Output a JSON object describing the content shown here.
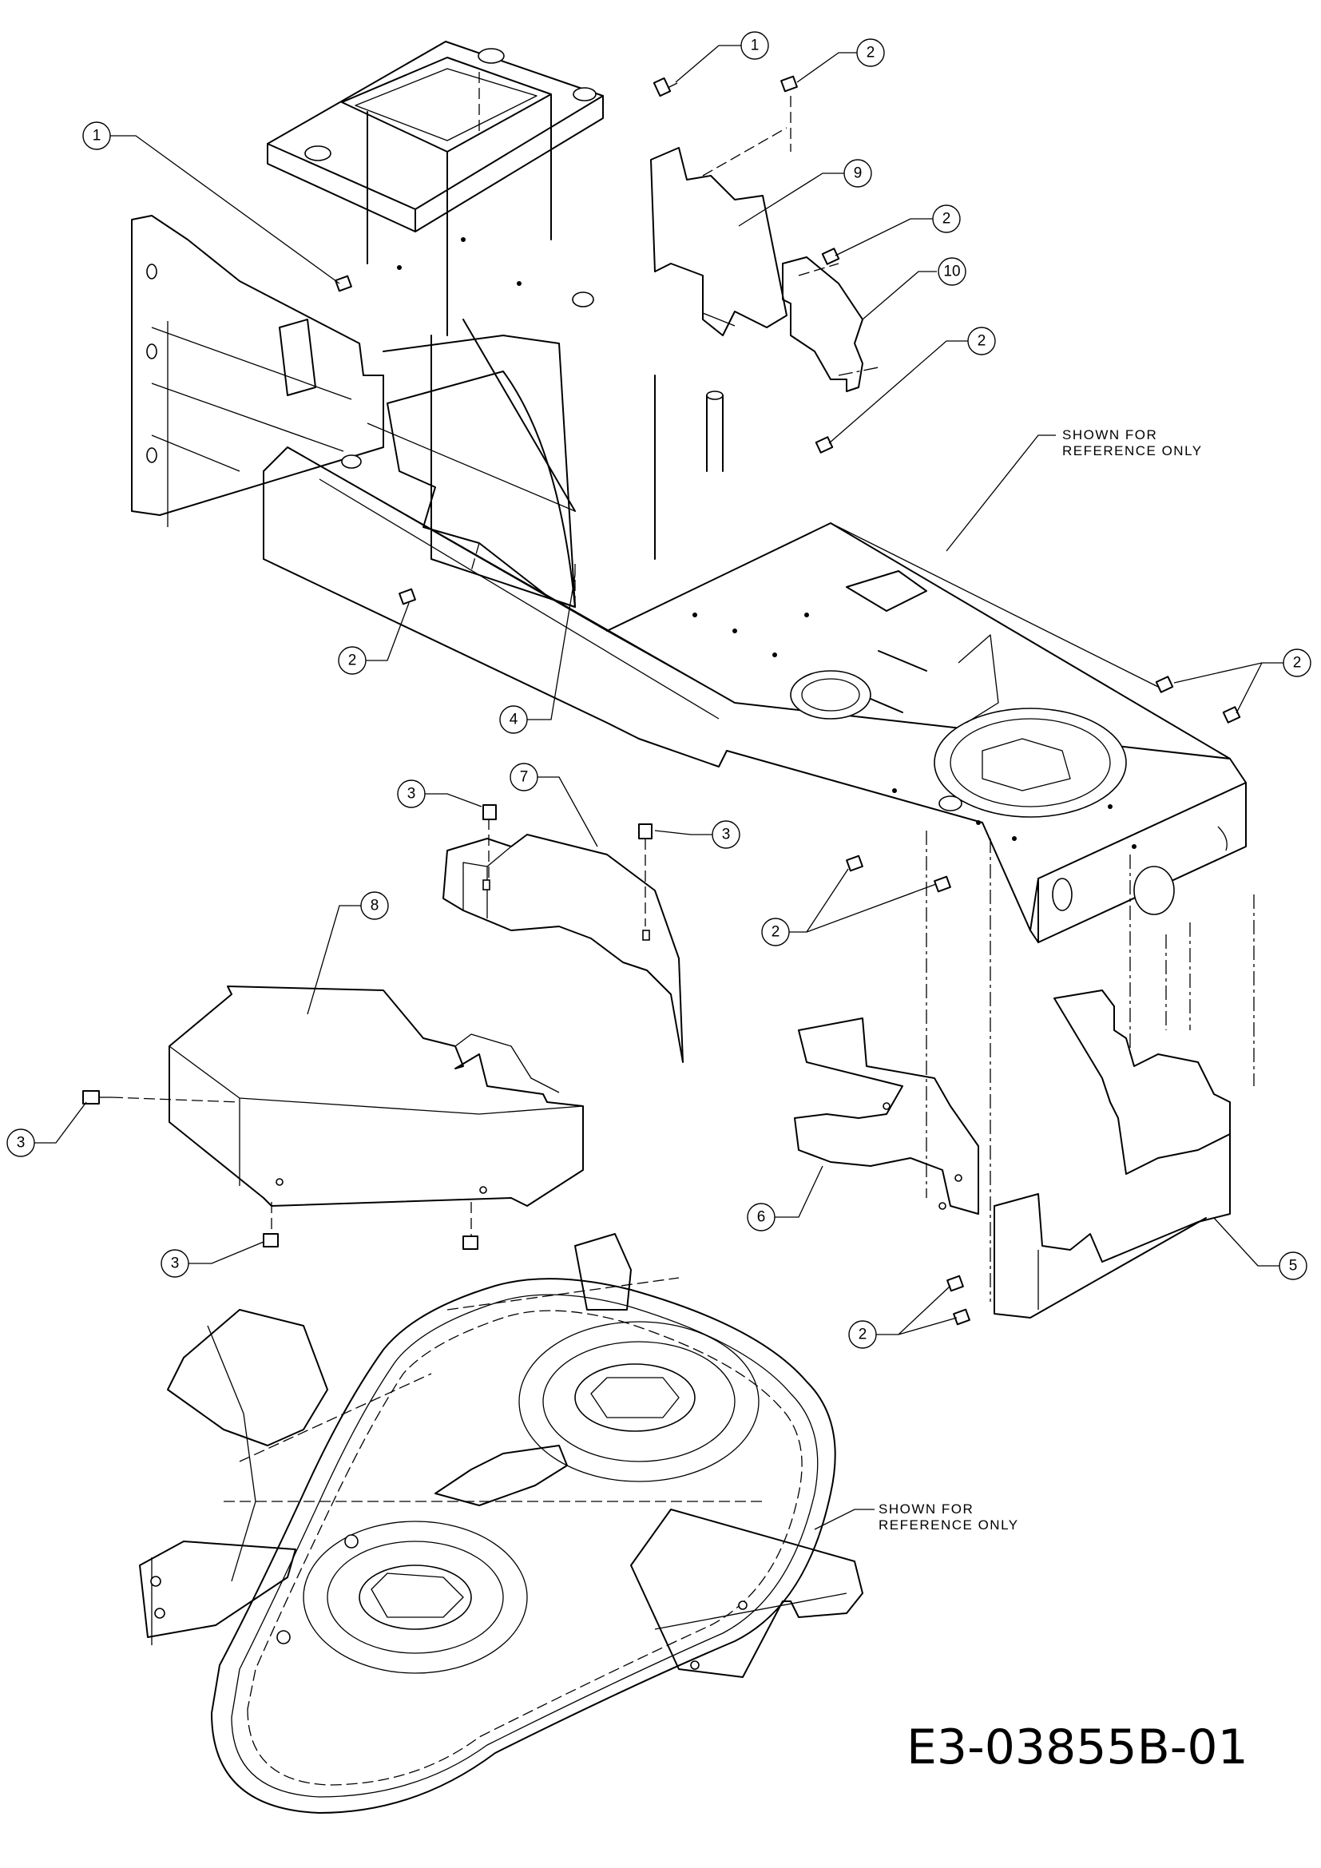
{
  "drawing_code": "E3-03855B-01",
  "reference_note": {
    "line1": "SHOWN FOR",
    "line2": "REFERENCE ONLY"
  },
  "callouts": [
    {
      "id": "c1a",
      "label": "1"
    },
    {
      "id": "c1b",
      "label": "1"
    },
    {
      "id": "c2a",
      "label": "2"
    },
    {
      "id": "c9",
      "label": "9"
    },
    {
      "id": "c2b",
      "label": "2"
    },
    {
      "id": "c10",
      "label": "10"
    },
    {
      "id": "c2c",
      "label": "2"
    },
    {
      "id": "c2d",
      "label": "2"
    },
    {
      "id": "c4",
      "label": "4"
    },
    {
      "id": "c2e",
      "label": "2"
    },
    {
      "id": "c3a",
      "label": "3"
    },
    {
      "id": "c7",
      "label": "7"
    },
    {
      "id": "c3b",
      "label": "3"
    },
    {
      "id": "c2f",
      "label": "2"
    },
    {
      "id": "c8",
      "label": "8"
    },
    {
      "id": "c3c",
      "label": "3"
    },
    {
      "id": "c3d",
      "label": "3"
    },
    {
      "id": "c6",
      "label": "6"
    },
    {
      "id": "c5",
      "label": "5"
    },
    {
      "id": "c2g",
      "label": "2"
    }
  ]
}
